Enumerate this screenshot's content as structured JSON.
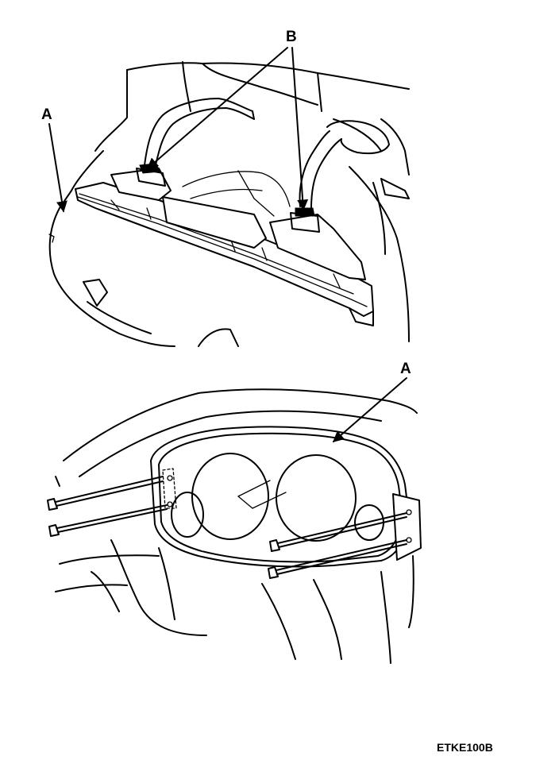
{
  "callouts": {
    "top_a": "A",
    "top_b": "B",
    "bottom_a": "A"
  },
  "figure_code": "ETKE100B",
  "colors": {
    "ink": "#000000",
    "paper": "#ffffff"
  }
}
